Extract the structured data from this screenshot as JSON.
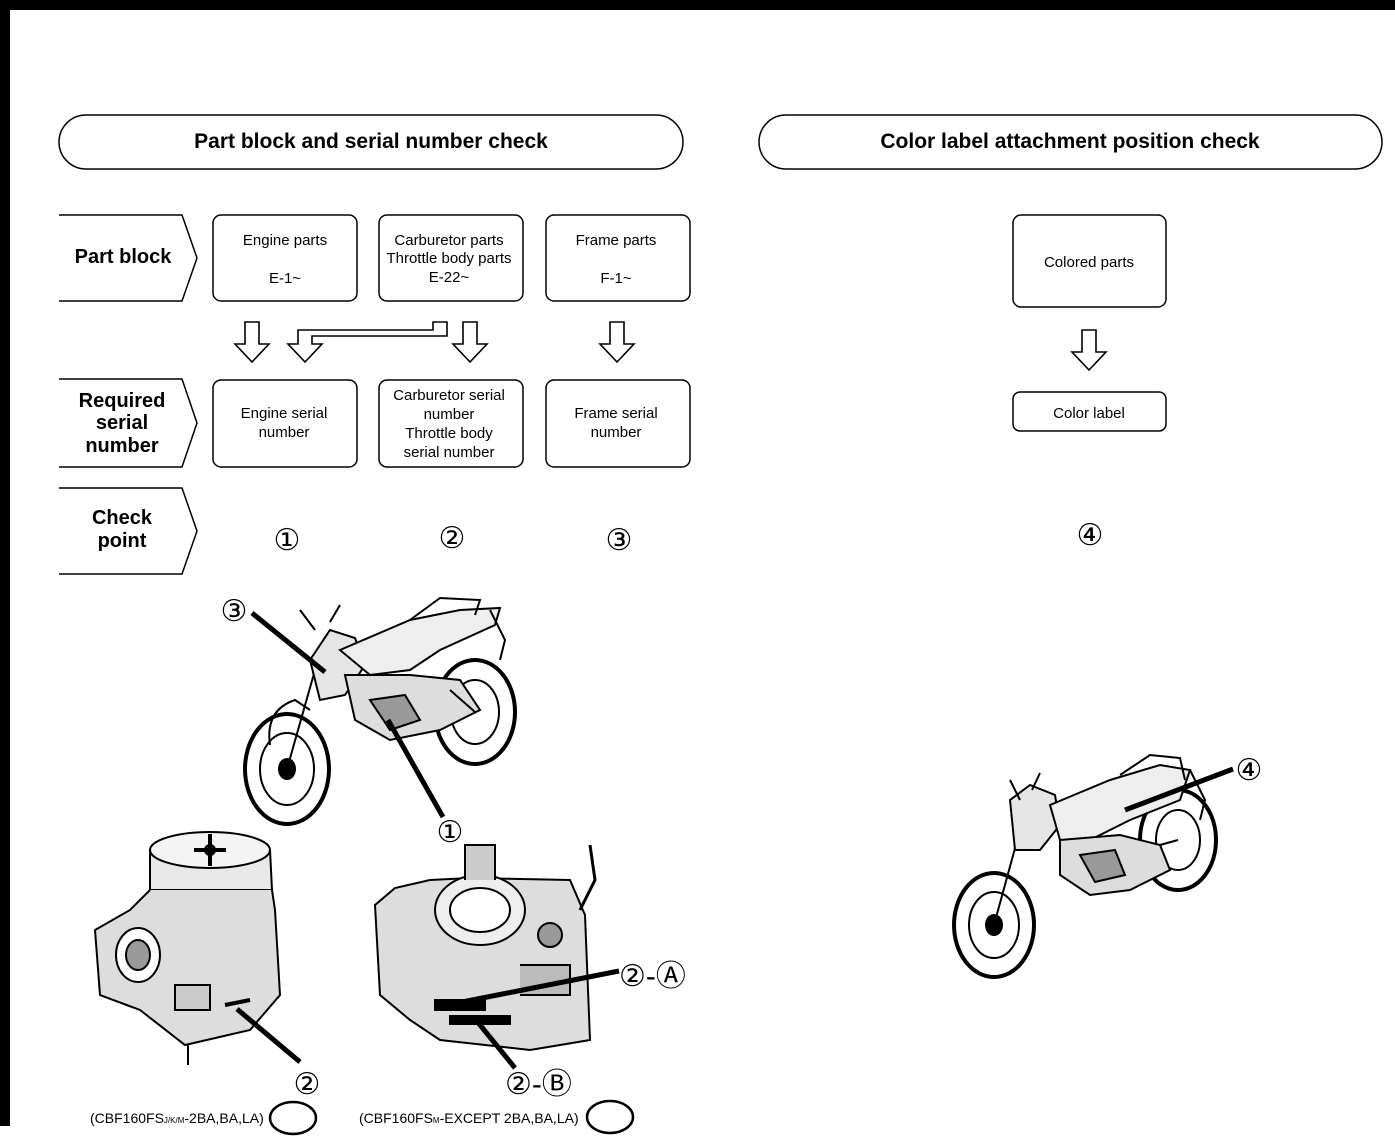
{
  "left_header": "Part block and serial number check",
  "right_header": "Color label attachment position check",
  "row_labels": {
    "part_block": "Part block",
    "required_serial": [
      "Required",
      "serial",
      "number"
    ],
    "check_point": [
      "Check",
      "point"
    ]
  },
  "part_blocks": {
    "engine": [
      "Engine parts",
      "E-1~"
    ],
    "carburetor": [
      "Carburetor parts",
      "Throttle body parts",
      "E-22~"
    ],
    "frame": [
      "Frame parts",
      "F-1~"
    ]
  },
  "serial_numbers": {
    "engine": [
      "Engine serial",
      "number"
    ],
    "carburetor": [
      "Carburetor serial",
      "number",
      "Throttle body",
      "serial number"
    ],
    "frame": [
      "Frame serial",
      "number"
    ]
  },
  "color_parts": {
    "colored": "Colored parts",
    "label": "Color label"
  },
  "check_points": [
    "①",
    "②",
    "③",
    "④"
  ],
  "callouts": {
    "bike_frame": "③",
    "bike_engine": "①",
    "carburetor": "②",
    "throttle_a_num": "②",
    "throttle_a_sep": "-",
    "throttle_a_letter": "Ⓐ",
    "throttle_b_num": "②",
    "throttle_b_sep": "-",
    "throttle_b_letter": "Ⓑ",
    "bike_color": "④"
  },
  "captions": {
    "carburetor": {
      "prefix": "(CBF160FS",
      "sub": "J/K/M",
      "rest": "-2BA,BA,LA)"
    },
    "throttle": {
      "prefix": "(CBF160FS",
      "sub": "M",
      "rest": "-EXCEPT 2BA,BA,LA)"
    }
  }
}
